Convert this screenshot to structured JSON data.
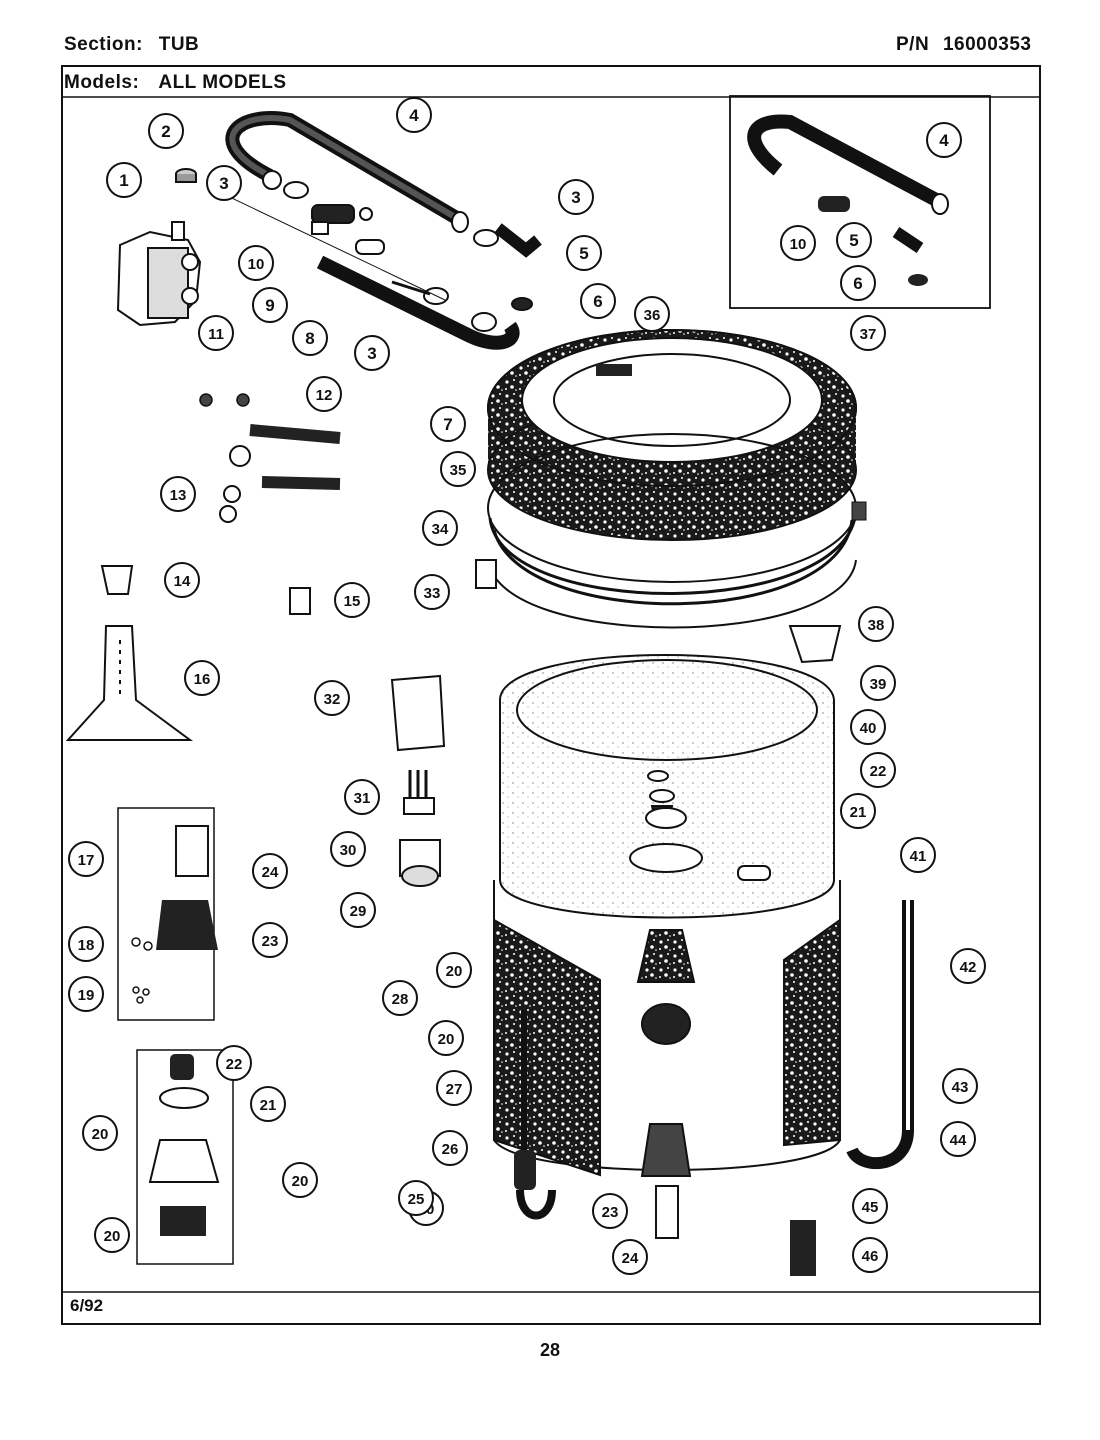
{
  "header": {
    "section_label": "Section:",
    "section_value": "TUB",
    "pn_label": "P/N",
    "pn_value": "16000353",
    "models_label": "Models:",
    "models_value": "ALL MODELS"
  },
  "footer": {
    "date": "6/92",
    "page_number": "28"
  },
  "callouts": [
    "1",
    "2",
    "3",
    "3",
    "3",
    "4",
    "4",
    "5",
    "5",
    "6",
    "6",
    "7",
    "8",
    "9",
    "10",
    "10",
    "11",
    "12",
    "13",
    "14",
    "15",
    "16",
    "17",
    "18",
    "19",
    "20",
    "20",
    "20",
    "20",
    "20",
    "20",
    "21",
    "21",
    "22",
    "22",
    "23",
    "23",
    "24",
    "24",
    "25",
    "26",
    "27",
    "28",
    "29",
    "30",
    "31",
    "32",
    "33",
    "34",
    "35",
    "36",
    "37",
    "38",
    "39",
    "40",
    "41",
    "42",
    "43",
    "44",
    "45",
    "46"
  ]
}
